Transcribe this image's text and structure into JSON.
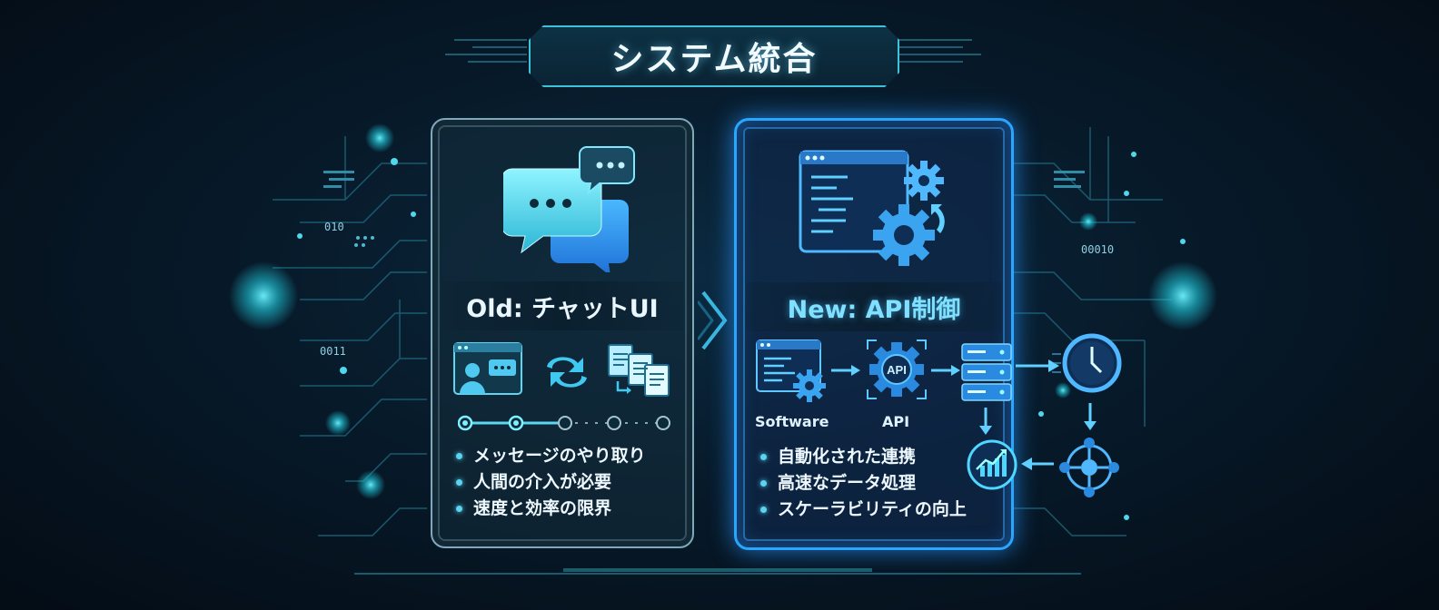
{
  "title": "システム統合",
  "old_panel": {
    "heading": "Old: チャットUI",
    "bullets": [
      "メッセージのやり取り",
      "人間の介入が必要",
      "速度と効率の限界"
    ],
    "icons": [
      "chat-bubbles-icon",
      "user-chat-window-icon",
      "sync-arrows-icon",
      "documents-icon"
    ]
  },
  "new_panel": {
    "heading": "New: API制御",
    "bullets": [
      "自動化された連携",
      "高速なデータ処理",
      "スケーラビリティの向上"
    ],
    "flow_labels": {
      "software": "Software",
      "api": "API"
    },
    "api_badge": "API",
    "icons": [
      "code-window-gear-icon",
      "software-gear-icon",
      "api-gear-icon",
      "server-icon",
      "clock-icon",
      "network-hub-icon",
      "growth-chart-icon"
    ]
  },
  "decor": {
    "binary_texts": [
      "010",
      "0011",
      "00010"
    ]
  },
  "colors": {
    "accent_cyan": "#3ec2da",
    "accent_blue": "#2aa6ff",
    "background": "#071a2a"
  }
}
